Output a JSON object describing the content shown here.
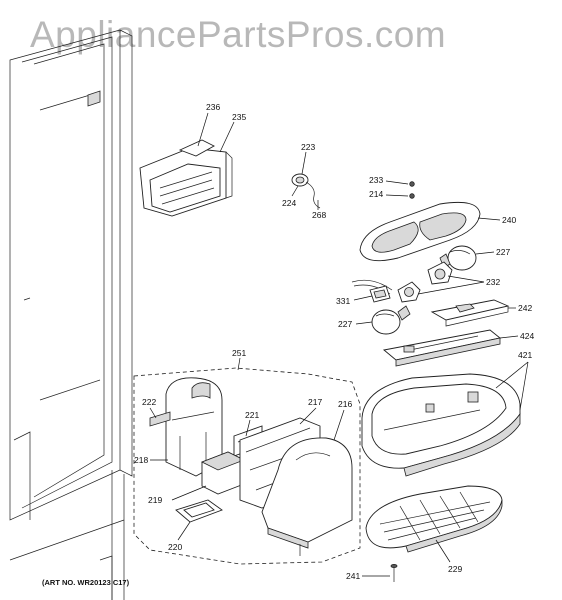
{
  "watermark": "AppliancePartsPros.com",
  "art_number": "(ART NO. WR20123 C17)",
  "callouts": {
    "c236": "236",
    "c235": "235",
    "c223": "223",
    "c224": "224",
    "c268": "268",
    "c233": "233",
    "c214": "214",
    "c240": "240",
    "c227a": "227",
    "c232": "232",
    "c331": "331",
    "c242": "242",
    "c227b": "227",
    "c424": "424",
    "c421": "421",
    "c251": "251",
    "c222": "222",
    "c221": "221",
    "c217": "217",
    "c216": "216",
    "c218": "218",
    "c219": "219",
    "c220": "220",
    "c229": "229",
    "c241": "241"
  }
}
